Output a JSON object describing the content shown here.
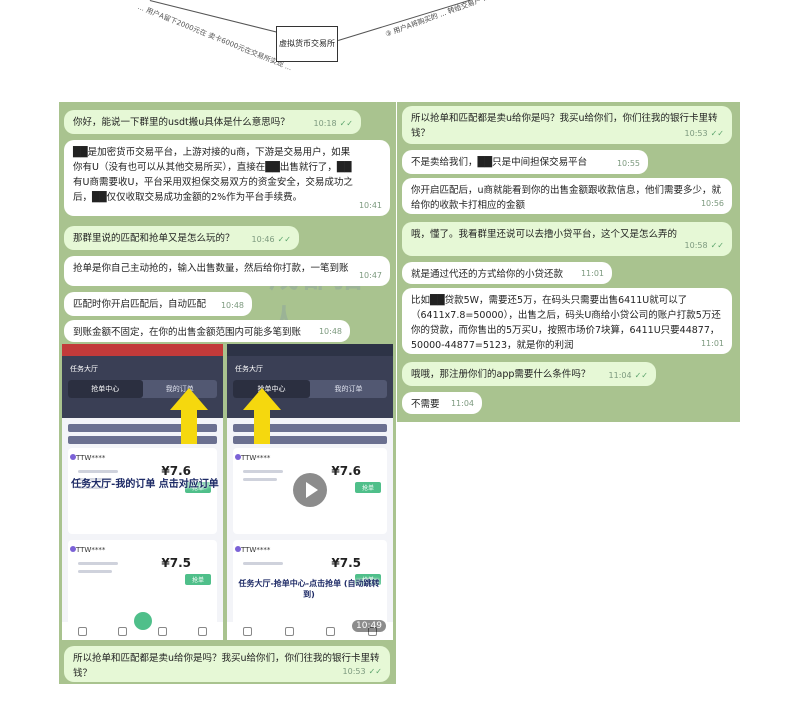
{
  "diagram": {
    "box_text": "虚拟货币交易所",
    "left_label": "... 用户A留下2000元在 卖卡6000元在交易所实现 ...",
    "right_label": "③ 用户A将购买的 ... 转给交易户 ..."
  },
  "panel1": {
    "messages": [
      {
        "text": "你好，能说一下群里的usdt搬u具体是什么意思吗？",
        "time": "10:18",
        "check": "✓✓"
      },
      {
        "text": "██是加密货币交易平台，上游对接的u商，下游是交易用户，如果你有U（没有也可以从其他交易所买），直接在██出售就行了，██有U商需要收U，平台采用双担保交易双方的资金安全，交易成功之后，██仅仅收取交易成功金额的2%作为平台手续费。",
        "time": "10:41",
        "check": ""
      },
      {
        "text": "那群里说的匹配和抢单又是怎么玩的？",
        "time": "10:46",
        "check": "✓✓"
      },
      {
        "text": "抢单是你自己主动抢的，输入出售数量，然后给你打款，一笔到账",
        "time": "10:47",
        "check": ""
      },
      {
        "text": "匹配时你开启匹配后，自动匹配",
        "time": "10:48",
        "check": ""
      },
      {
        "text": "到账金额不固定，在你的出售金额范围内可能多笔到账",
        "time": "10:48",
        "check": ""
      }
    ],
    "video": {
      "screen_title": "任务大厅",
      "tab_grab": "抢单中心",
      "tab_my": "我的订单",
      "user": "TTW****",
      "price1": "¥7.6",
      "price2": "¥7.5",
      "go": "抢单",
      "caption_left": "任务大厅-我的订单 点击对应订单",
      "caption_right": "任务大厅-抢单中心-点击抢单 (自动跳转到)",
      "duration": "10:49"
    },
    "last_message": {
      "text": "所以抢单和匹配都是卖u给你是吗？我买u给你们，你们往我的银行卡里转钱？",
      "time": "10:53",
      "check": "✓✓"
    },
    "watermark": "成都猎人"
  },
  "panel2": {
    "messages": [
      {
        "text": "所以抢单和匹配都是卖u给你是吗？我买u给你们，你们往我的银行卡里转钱？",
        "time": "10:53",
        "check": "✓✓"
      },
      {
        "text": "不是卖给我们，██只是中间担保交易平台",
        "time": "10:55",
        "check": ""
      },
      {
        "text": "你开启匹配后，u商就能看到你的出售金额跟收款信息，他们需要多少，就给你的收款卡打相应的金额",
        "time": "10:56",
        "check": ""
      },
      {
        "text": "哦，懂了。我看群里还说可以去撸小贷平台，这个又是怎么弄的",
        "time": "10:58",
        "check": "✓✓"
      },
      {
        "text": "就是通过代还的方式给你的小贷还款",
        "time": "11:01",
        "check": ""
      },
      {
        "text": "比如██贷款5W，需要还5万，在码头只需要出售6411U就可以了（6411x7.8=50000），出售之后，码头U商给小贷公司的账户打款5万还你的贷款，而你售出的5万买U，按照市场价7块算，6411U只要44877，50000-44877=5123，就是你的利润",
        "time": "11:01",
        "check": ""
      },
      {
        "text": "哦哦，那注册你们的app需要什么条件吗？",
        "time": "11:04",
        "check": "✓✓"
      },
      {
        "text": "不需要",
        "time": "11:04",
        "check": ""
      }
    ]
  },
  "colors": {
    "chat_bg": "#a9c38f",
    "bubble_in": "#ffffff",
    "bubble_out": "#e6f8d6",
    "accent": "#4fbf8a"
  }
}
